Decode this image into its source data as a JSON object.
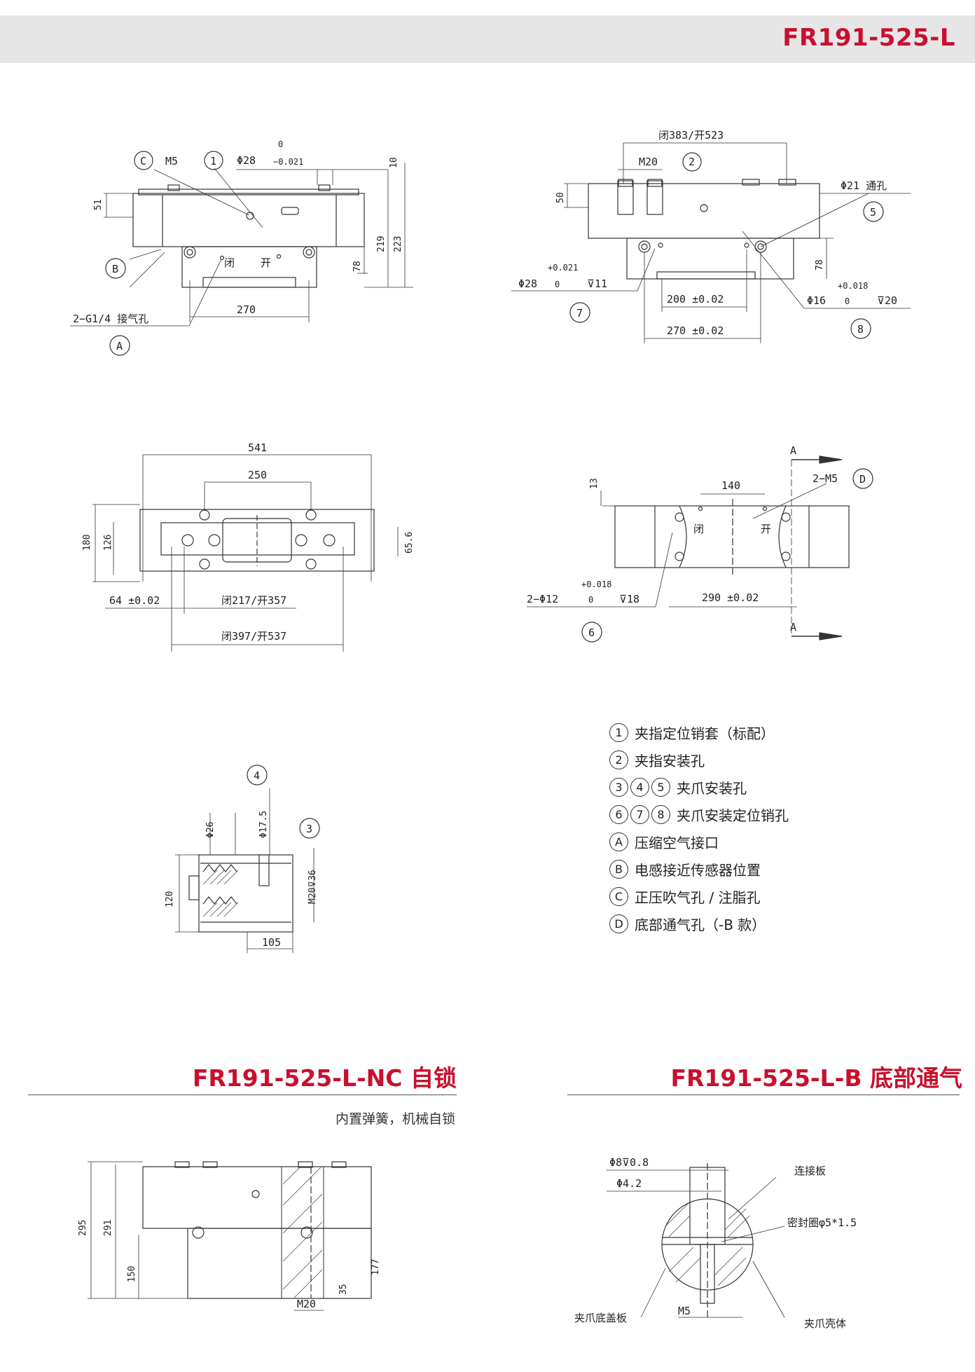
{
  "header": {
    "model": "FR191-525-L"
  },
  "drawing_labels": {
    "c": "C",
    "m5": "M5",
    "n1": "1",
    "d28": "Φ28",
    "tol0": "0",
    "tol021m": "−0.021",
    "d10": "10",
    "d51": "51",
    "d219": "219",
    "d223": "223",
    "d78": "78",
    "b": "B",
    "g14": "2−G1/4 接气孔",
    "d270": "270",
    "a": "A",
    "bi": "闭",
    "kai": "开",
    "open_close": "闭383/开523",
    "m20": "M20",
    "n2": "2",
    "d50": "50",
    "d21": "Φ21 通孔",
    "n5": "5",
    "d28b": "Φ28",
    "tol021p": "+0.021",
    "tol0b": "0",
    "depth11": "⊽11",
    "n7": "7",
    "d200": "200 ±0.02",
    "d270b": "270 ±0.02",
    "d16": "Φ16",
    "tol018": "+0.018",
    "tol0c": "0",
    "depth20": "⊽20",
    "n8": "8",
    "d78b": "78",
    "d541": "541",
    "d250": "250",
    "d180": "180",
    "d126": "126",
    "d656": "65.6",
    "d64": "64 ±0.02",
    "c217": "闭217/开357",
    "c397": "闭397/开537",
    "d13": "13",
    "d140": "140",
    "aa": "A",
    "m5b": "2−M5",
    "nd": "D",
    "d12": "2−Φ12",
    "tol018b": "+0.018",
    "tol0d": "0",
    "depth18": "⊽18",
    "d290": "290 ±0.02",
    "n6": "6",
    "bi2": "闭",
    "kai2": "开",
    "n4": "4",
    "d26": "Φ26",
    "d175": "Φ17.5",
    "n3": "3",
    "m20d": "M20⊽36",
    "d120": "120",
    "d105": "105",
    "d295": "295",
    "d291": "291",
    "d150": "150",
    "d177": "177",
    "d35": "35",
    "m20e": "M20",
    "d8": "Φ8⊽0.8",
    "d42": "Φ4.2",
    "plate": "连接板",
    "seal": "密封圈φ5*1.5",
    "bottom": "夹爪底盖板",
    "m5c": "M5",
    "shell": "夹爪壳体"
  },
  "legend": [
    {
      "nums": [
        "1"
      ],
      "text": "夹指定位销套（标配）"
    },
    {
      "nums": [
        "2"
      ],
      "text": "夹指安装孔"
    },
    {
      "nums": [
        "3",
        "4",
        "5"
      ],
      "text": "夹爪安装孔"
    },
    {
      "nums": [
        "6",
        "7",
        "8"
      ],
      "text": "夹爪安装定位销孔"
    },
    {
      "nums": [
        "A"
      ],
      "text": "压缩空气接口"
    },
    {
      "nums": [
        "B"
      ],
      "text": "电感接近传感器位置"
    },
    {
      "nums": [
        "C"
      ],
      "text": "正压吹气孔 / 注脂孔"
    },
    {
      "nums": [
        "D"
      ],
      "text": "底部通气孔（-B 款）"
    }
  ],
  "sections": {
    "nc": {
      "title": "FR191-525-L-NC 自锁",
      "subtitle": "内置弹簧，机械自锁"
    },
    "b": {
      "title": "FR191-525-L-B 底部通气"
    }
  }
}
